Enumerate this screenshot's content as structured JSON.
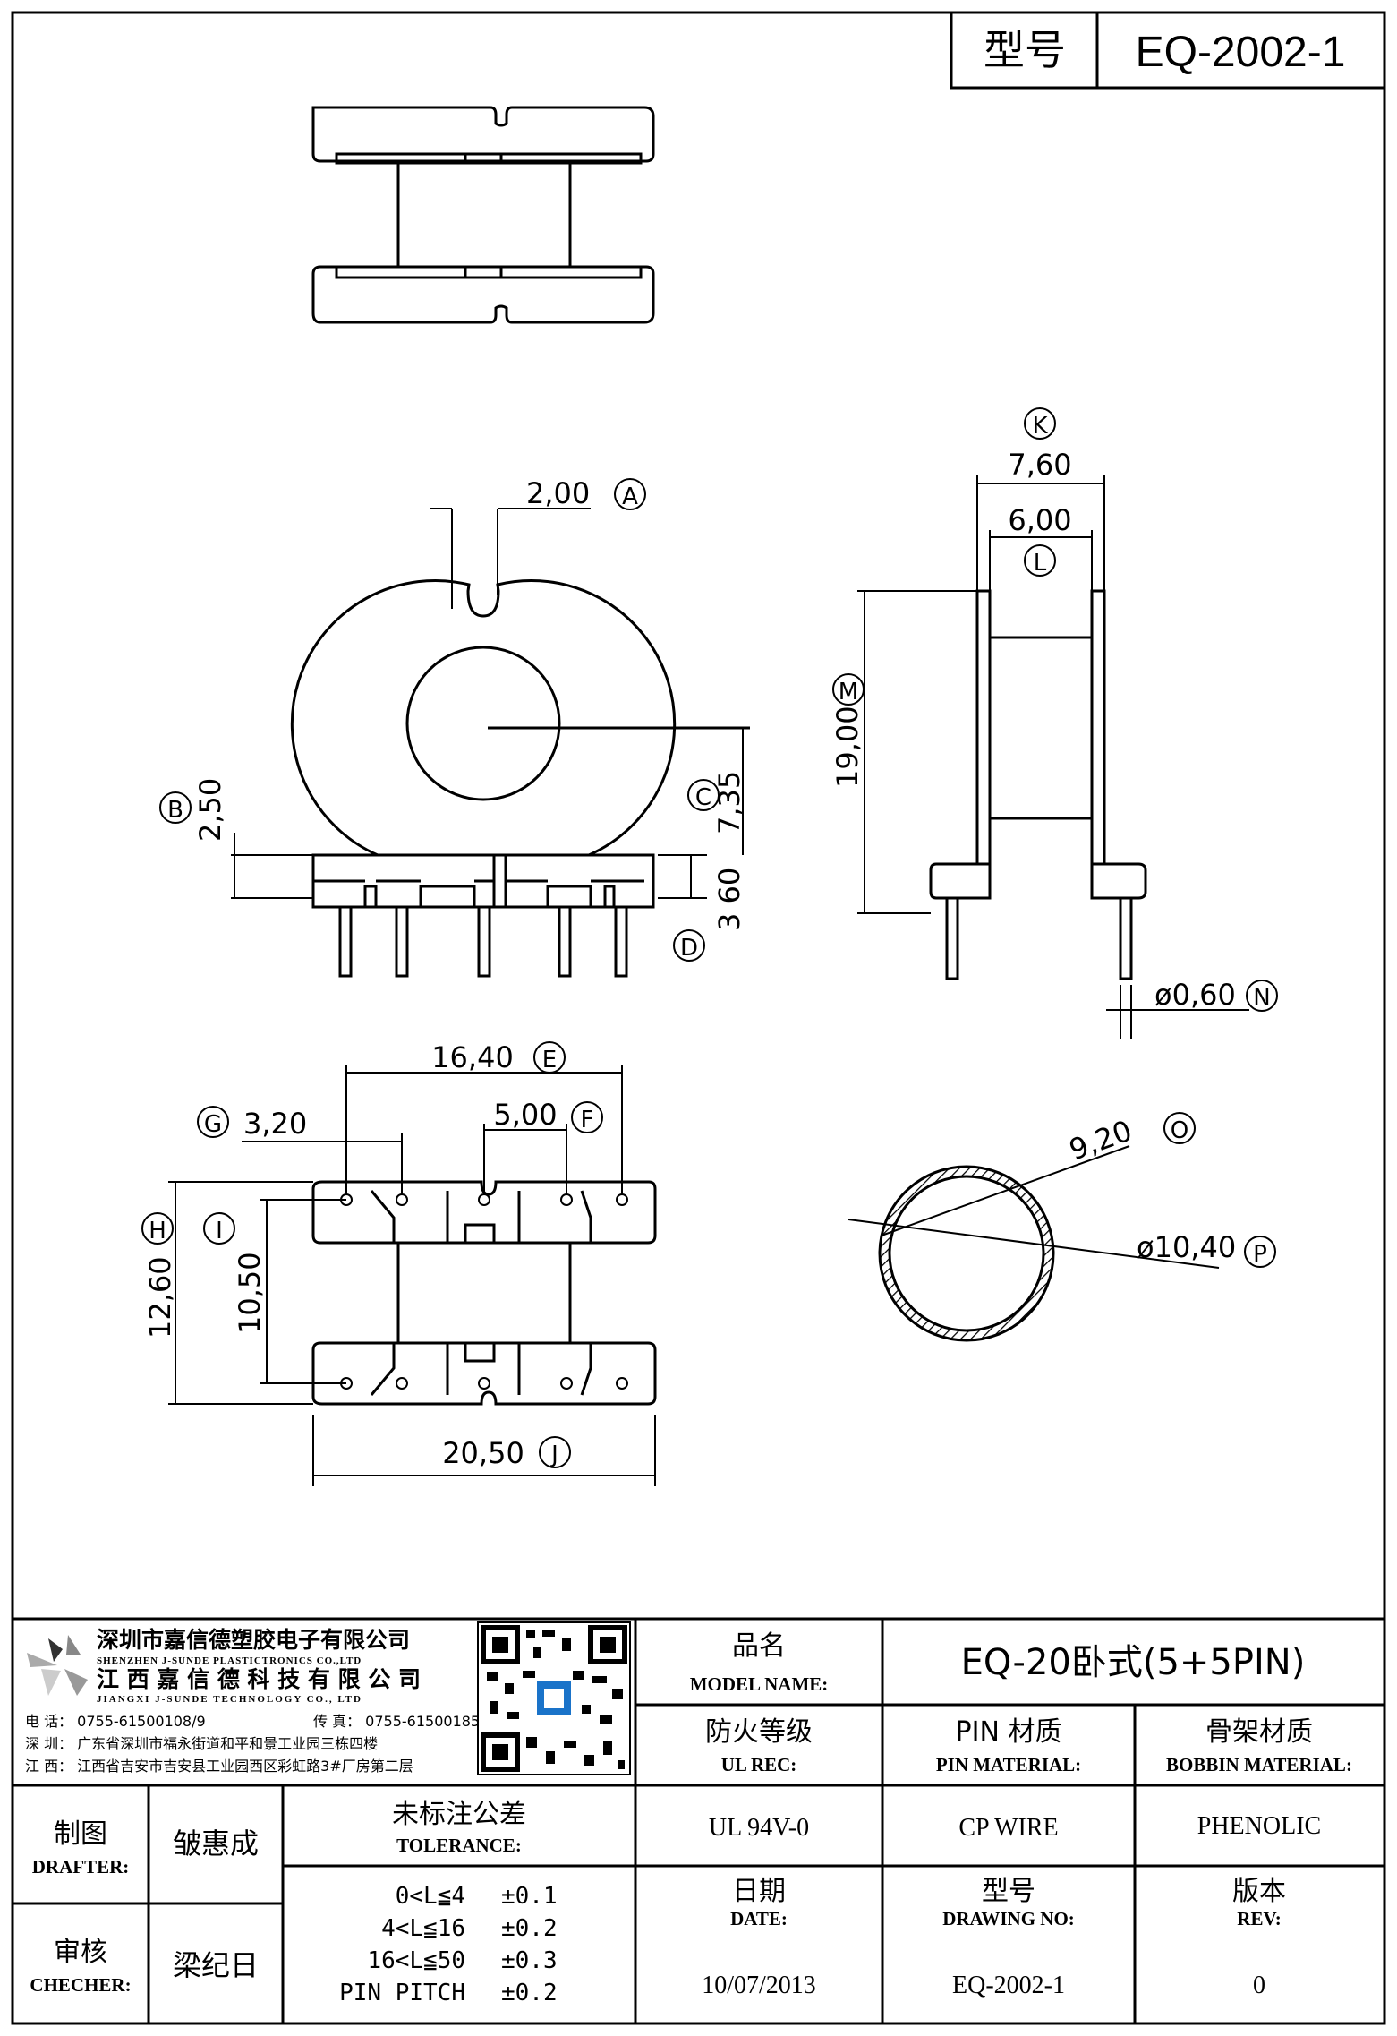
{
  "header": {
    "model_label": "型号",
    "model_value": "EQ-2002-1"
  },
  "dimensions": {
    "A": {
      "letter": "A",
      "value": "2,00"
    },
    "B": {
      "letter": "B",
      "value": "2,50"
    },
    "C": {
      "letter": "C",
      "value": "7,35"
    },
    "D": {
      "letter": "D",
      "value": "3 60"
    },
    "E": {
      "letter": "E",
      "value": "16,40"
    },
    "F": {
      "letter": "F",
      "value": "5,00"
    },
    "G": {
      "letter": "G",
      "value": "3,20"
    },
    "H": {
      "letter": "H",
      "value": "12,60"
    },
    "I": {
      "letter": "I",
      "value": "10,50"
    },
    "J": {
      "letter": "J",
      "value": "20,50"
    },
    "K": {
      "letter": "K",
      "value": "7,60"
    },
    "L": {
      "letter": "L",
      "value": "6,00"
    },
    "M": {
      "letter": "M",
      "value": "19,00"
    },
    "N": {
      "letter": "N",
      "value": "ø0,60"
    },
    "O": {
      "letter": "O",
      "value": "9,20"
    },
    "P": {
      "letter": "P",
      "value": "ø10,40"
    }
  },
  "company": {
    "name_sz": "深圳市嘉信德塑胶电子有限公司",
    "name_sz_en": "SHENZHEN J-SUNDE PLASTICTRONICS CO.,LTD",
    "name_jx": "江 西 嘉 信 德 科 技 有 限 公 司",
    "name_jx_en": "JIANGXI J-SUNDE TECHNOLOGY CO., LTD",
    "phone": "电 话： 0755-61500108/9",
    "fax": "传 真： 0755-61500185",
    "addr_sz": "深 圳： 广东省深圳市福永街道和平和景工业园三栋四楼",
    "addr_jx": "江 西： 江西省吉安市吉安县工业园西区彩虹路3#厂房第二层"
  },
  "title_block": {
    "model_name_cn": "品名",
    "model_name_en": "MODEL NAME:",
    "model_name_value": "EQ-20卧式(5+5PIN)",
    "ul_cn": "防火等级",
    "ul_en": "UL REC:",
    "ul_value": "UL 94V-0",
    "pin_cn": "PIN 材质",
    "pin_en": "PIN MATERIAL:",
    "pin_value": "CP WIRE",
    "bobbin_cn": "骨架材质",
    "bobbin_en": "BOBBIN MATERIAL:",
    "bobbin_value": "PHENOLIC",
    "date_cn": "日期",
    "date_en": "DATE:",
    "date_value": "10/07/2013",
    "drawing_cn": "型号",
    "drawing_en": "DRAWING NO:",
    "drawing_value": "EQ-2002-1",
    "rev_cn": "版本",
    "rev_en": "REV:",
    "rev_value": "0",
    "drafter_cn": "制图",
    "drafter_en": "DRAFTER:",
    "drafter_value": "皱惠成",
    "checker_cn": "审核",
    "checker_en": "CHECHER:",
    "checker_value": "梁纪日",
    "tolerance_cn": "未标注公差",
    "tolerance_en": "TOLERANCE:",
    "tolerances": [
      {
        "range": "0<L≦4",
        "value": "±0.1"
      },
      {
        "range": "4<L≦16",
        "value": "±0.2"
      },
      {
        "range": "16<L≦50",
        "value": "±0.3"
      },
      {
        "range": "PIN PITCH",
        "value": "±0.2"
      }
    ]
  }
}
